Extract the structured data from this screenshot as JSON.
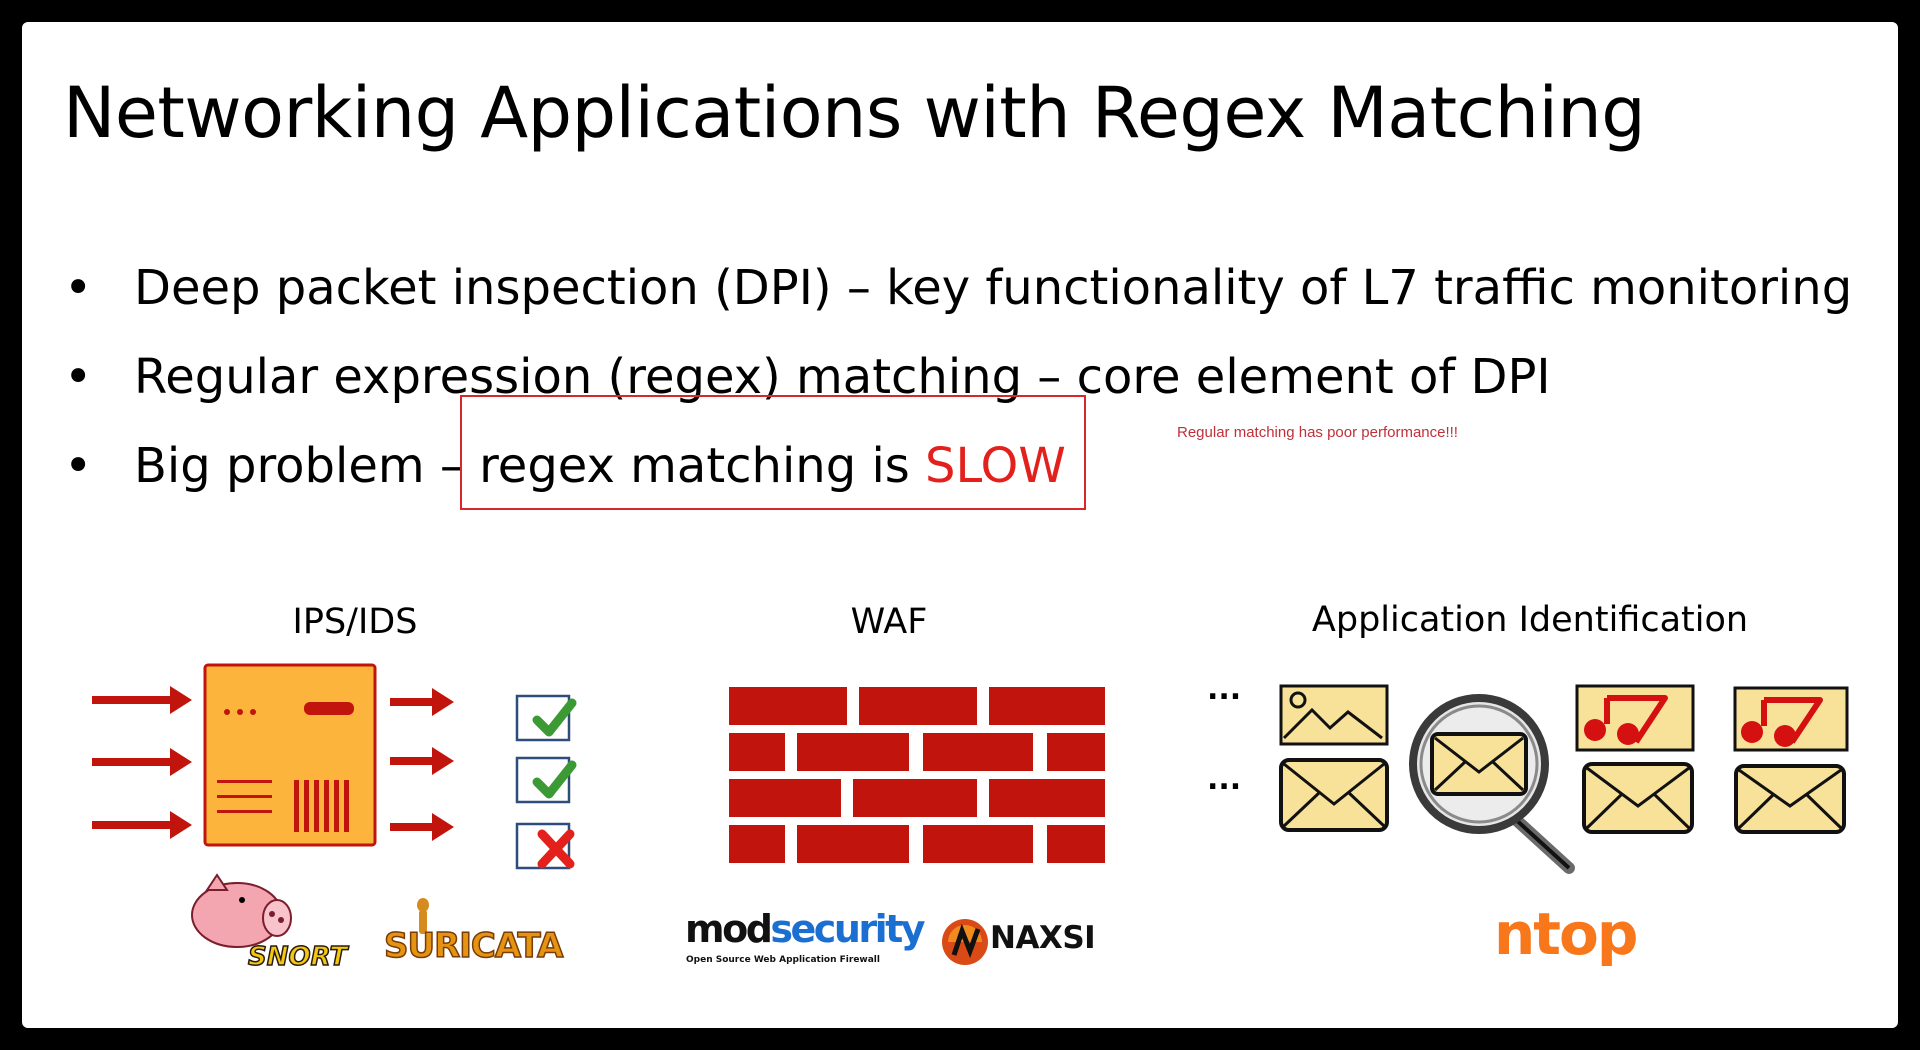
{
  "slide": {
    "title": "Networking Applications with Regex Matching",
    "bullets": [
      {
        "text": "Deep packet inspection (DPI) – key functionality of L7 traffic monitoring"
      },
      {
        "text": "Regular expression (regex) matching – core element of DPI"
      },
      {
        "text_before": "Big problem – regex matching is ",
        "highlight": "SLOW"
      }
    ],
    "bullet_symbol": "•",
    "annotation": "Regular matching has poor performance!!!"
  },
  "sections": {
    "ips": {
      "caption": "IPS/IDS",
      "logos": [
        "SNORT",
        "SURICATA"
      ]
    },
    "waf": {
      "caption": "WAF",
      "logos": {
        "mod": "mod",
        "security": "security",
        "tagline": "Open Source Web Application Firewall",
        "naxsi": "NAXSI"
      }
    },
    "app": {
      "caption": "Application Identification",
      "ellipsis": "...",
      "logo": "ntop"
    }
  },
  "colors": {
    "accent_red": "#e3201b",
    "arrow_red": "#c0140c",
    "brick_red": "#c0140c",
    "server_orange": "#fcb43c",
    "envelope_yellow": "#f8e29a",
    "check_green": "#3c9a35",
    "ntop_orange": "#f7771a"
  },
  "icons": [
    "arrow-icon",
    "server-icon",
    "checkbox-check-icon",
    "checkbox-cross-icon",
    "brick-wall-icon",
    "image-icon",
    "envelope-icon",
    "music-note-icon",
    "magnifier-icon",
    "pig-logo-icon",
    "meerkat-logo-icon",
    "naxsi-logo-icon"
  ]
}
